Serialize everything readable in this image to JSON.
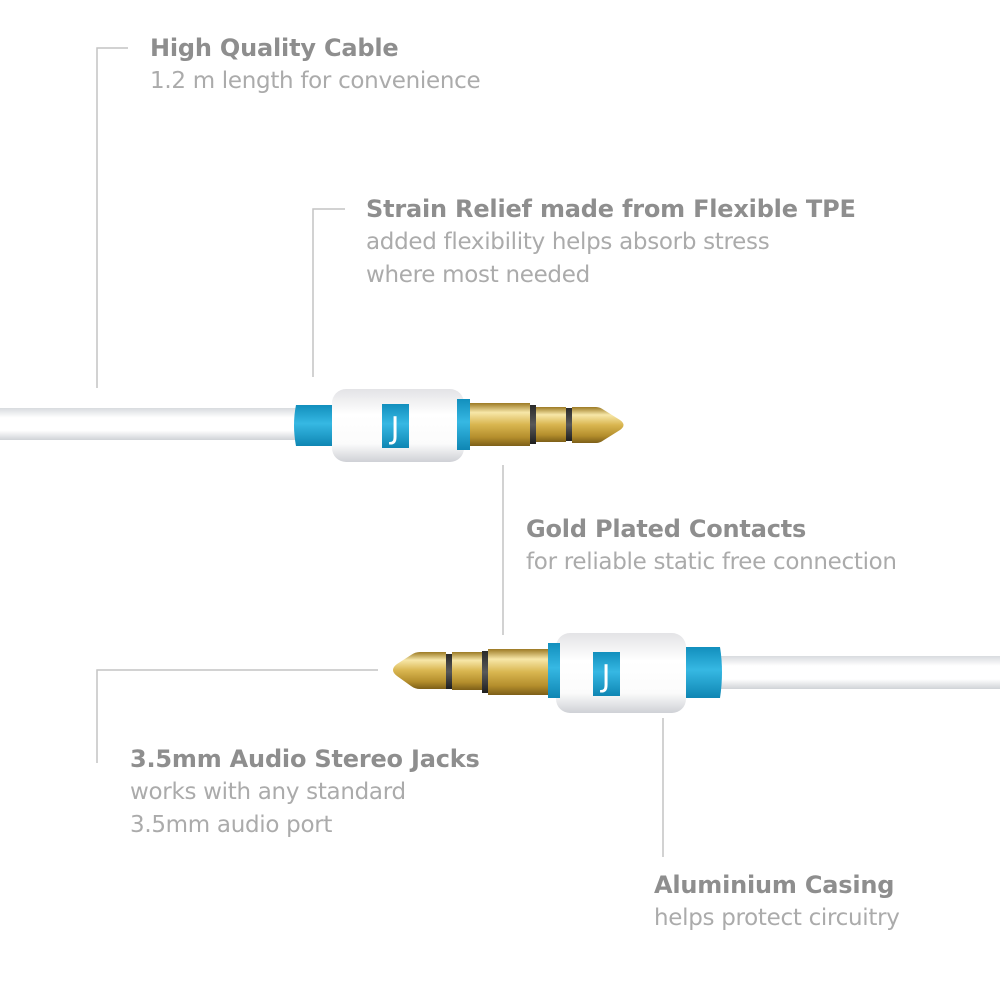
{
  "callouts": {
    "cable": {
      "title": "High Quality Cable",
      "lines": [
        "1.2 m length for convenience"
      ]
    },
    "strain_relief": {
      "title": "Strain Relief made from Flexible TPE",
      "lines": [
        "added flexibility helps absorb stress",
        "where most needed"
      ]
    },
    "contacts": {
      "title": "Gold Plated Contacts",
      "lines": [
        "for reliable static free connection"
      ]
    },
    "jacks": {
      "title": "3.5mm Audio Stereo Jacks",
      "lines": [
        "works with any standard",
        "3.5mm audio port"
      ]
    },
    "casing": {
      "title": "Aluminium Casing",
      "lines": [
        "helps protect circuitry"
      ]
    }
  },
  "logo_letter": "J",
  "colors": {
    "accent_blue": "#1fa9d8",
    "gold": "#d9b650",
    "cable_white": "#ffffff",
    "leader_line": "#c4c4c4",
    "title_text": "#8e8e8e",
    "desc_text": "#ababab"
  }
}
